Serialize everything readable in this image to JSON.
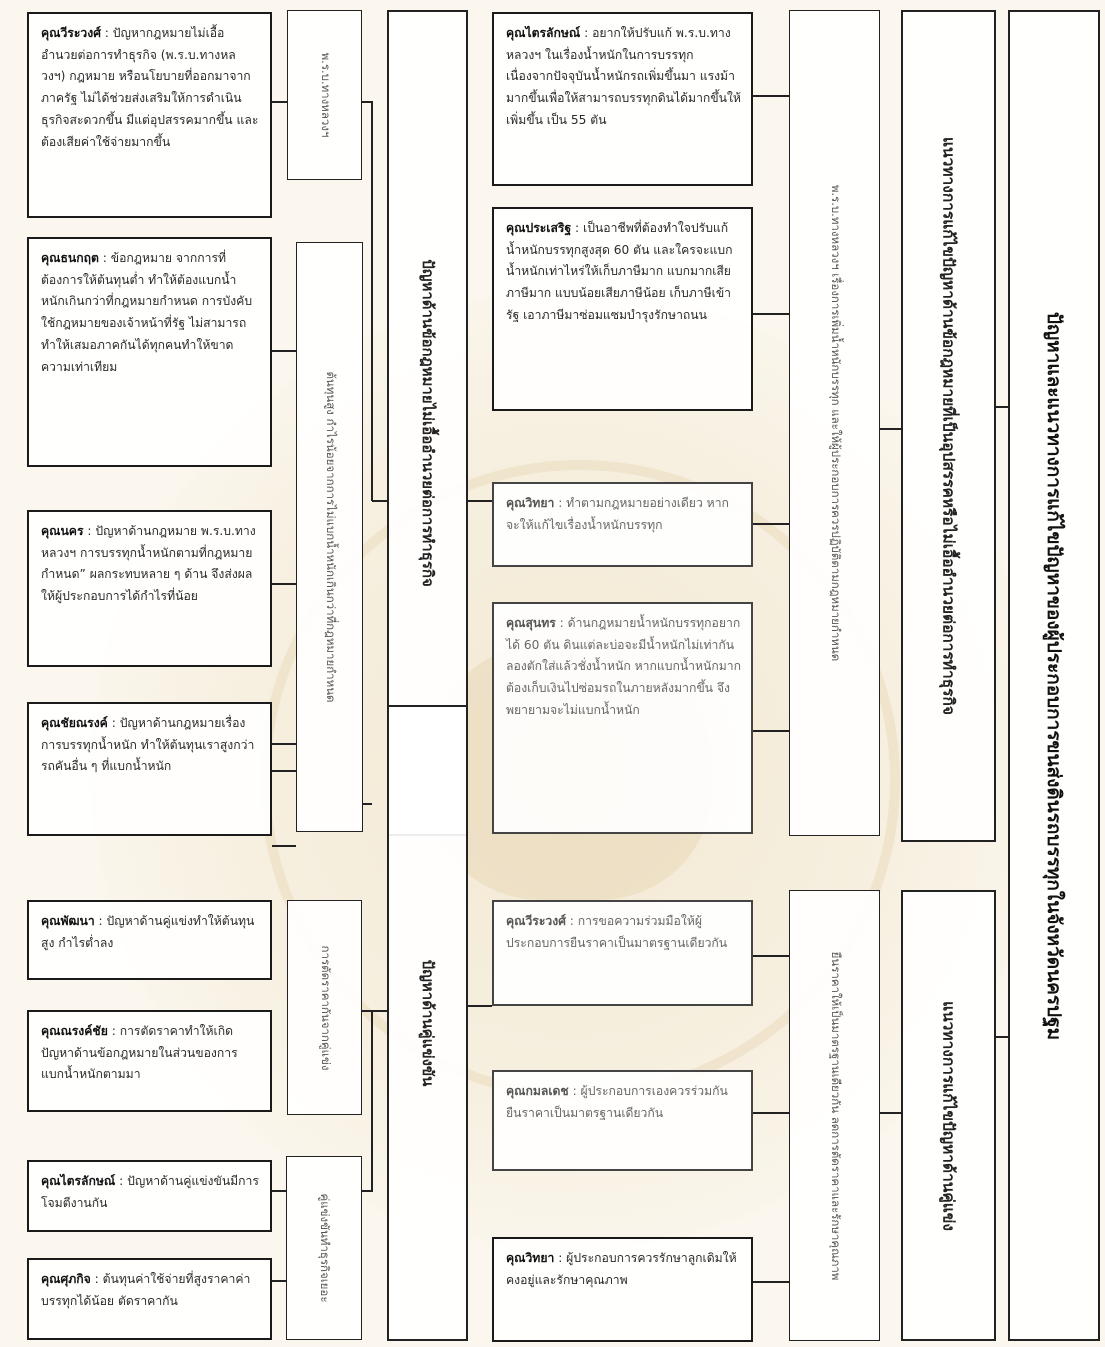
{
  "root": {
    "label": "ปัญหาและแนวทางการแก้ไขปัญหาของผู้ประกอบการขนส่งดินรถบรรทุกในจังหวัดนครปฐม"
  },
  "sections": {
    "legal_upper": "แนวทางการแก้ไขปัญหาด้านข้อกฎหมายที่เป็นอุปสรรคหรือไม่เอื้ออำนวยต่อการทำธุรกิจ",
    "competition": "แนวทางการแก้ไขปัญหาด้านคู่แข่ง"
  },
  "solutions": {
    "legal": "พ.ร.บ.ทางหลวงฯ เรื่องการเพิ่มน้ำหนักบรรทุก และให้ผู้ประกอบการควรปฏิบัติตามกฎหมายกำหนด",
    "competition": "ยืนราคาให้เป็นมาตรฐานเดียวกัน ลดการตัดราคาและรักษาคุณภาพ"
  },
  "problems": {
    "legal": "ปัญหาด้านข้อกฎหมายไม่เอื้ออำนวยต่อการทำธุรกิจ",
    "competition": "ปัญหาด้านคู่แข่งขัน"
  },
  "subproblems": {
    "highway_act": "พ.ร.บ.ทางหลวงฯ",
    "cost_weight": "ต้นทุนสูง กำไรน้อยจากการไม่แบกน้ำหนักเกินกว่าที่กฎหมายกำหนด",
    "price_cut": "การตัดราคากันจากคู่แข่ง",
    "rivals": "คู่แข่งขันทำธุรกิจเยอะ"
  },
  "cards_left": [
    {
      "who": "คุณวีระวงศ์",
      "text": " : ปัญหากฎหมายไม่เอื้ออำนวยต่อการทำธุรกิจ (พ.ร.บ.ทางหลวงฯ) กฎหมาย หรือนโยบายที่ออกมาจากภาครัฐ ไม่ได้ช่วยส่งเสริมให้การดำเนินธุรกิจสะดวกขึ้น มีแต่อุปสรรคมากขึ้น และต้องเสียค่าใช้จ่ายมากขึ้น"
    },
    {
      "who": "คุณธนกฤต",
      "text": " : ข้อกฎหมาย จากการที่ต้องการให้ต้นทุนต่ำ ทำให้ต้องแบกน้ำหนักเกินกว่าที่กฎหมายกำหนด การบังคับใช้กฎหมายของเจ้าหน้าที่รัฐ ไม่สามารถทำให้เสมอภาคกันได้ทุกคนทำให้ขาดความเท่าเทียม"
    },
    {
      "who": "คุณนคร",
      "text": " : ปัญหาด้านกฎหมาย พ.ร.บ.ทางหลวงฯ การบรรทุกน้ำหนักตามที่กฎหมายกำหนด” ผลกระทบหลาย ๆ ด้าน จึงส่งผลให้ผู้ประกอบการได้กำไรที่น้อย"
    },
    {
      "who": "คุณชัยณรงค์",
      "text": " : ปัญหาด้านกฎหมายเรื่องการบรรทุกน้ำหนัก ทำให้ต้นทุนเราสูงกว่ารถคันอื่น ๆ ที่แบกน้ำหนัก"
    },
    {
      "who": "คุณพัฒนา",
      "text": " : ปัญหาด้านคู่แข่งทำให้ต้นทุนสูง กำไรต่ำลง"
    },
    {
      "who": "คุณณรงค์ชัย",
      "text": " : การตัดราคาทำให้เกิดปัญหาด้านข้อกฎหมายในส่วนของการแบกน้ำหนักตามมา"
    },
    {
      "who": "คุณไตรลักษณ์",
      "text": " : ปัญหาด้านคู่แข่งขันมีการโจมตีงานกัน"
    },
    {
      "who": "คุณศุภกิจ",
      "text": " : ต้นทุนค่าใช้จ่ายที่สูงราคาค่าบรรทุกได้น้อย ตัดราคากัน"
    }
  ],
  "cards_right": [
    {
      "who": "คุณไตรลักษณ์",
      "text": " : อยากให้ปรับแก้ พ.ร.บ.ทางหลวงฯ ในเรื่องน้ำหนักในการบรรทุก เนื่องจากปัจจุบันน้ำหนักรถเพิ่มขึ้นมา แรงม้ามากขึ้นเพื่อให้สามารถบรรทุกดินได้มากขึ้นให้เพิ่มขึ้น เป็น 55 ตัน"
    },
    {
      "who": "คุณประเสริฐ",
      "text": " : เป็นอาชีพที่ต้องทำใจปรับแก้น้ำหนักบรรทุกสูงสุด 60 ตัน และใครจะแบกน้ำหนักเท่าไหร่ให้เก็บภาษีมาก แบกมากเสียภาษีมาก แบบน้อยเสียภาษีน้อย เก็บภาษีเข้ารัฐ เอาภาษีมาซ่อมแซมบำรุงรักษาถนน"
    },
    {
      "who": "คุณวิทยา",
      "text": " : ทำตามกฎหมายอย่างเดียว หากจะให้แก้ไขเรื่องน้ำหนักบรรทุก"
    },
    {
      "who": "คุณสุนทร",
      "text": " : ด้านกฎหมายน้ำหนักบรรทุกอยากได้ 60 ตัน ดินแต่ละบ่อจะมีน้ำหนักไม่เท่ากัน ลองตักใส่แล้วชั่งน้ำหนัก หากแบกน้ำหนักมากต้องเก็บเงินไปซ่อมรถในภายหลังมากขึ้น จึงพยายามจะไม่แบกน้ำหนัก"
    },
    {
      "who": "คุณวีระวงศ์",
      "text": " : การขอความร่วมมือให้ผู้ประกอบการยืนราคาเป็นมาตรฐานเดียวกัน"
    },
    {
      "who": "คุณกมลเดช",
      "text": " : ผู้ประกอบการเองควรร่วมกันยืนราคาเป็นมาตรฐานเดียวกัน"
    },
    {
      "who": "คุณวิทยา",
      "text": " : ผู้ประกอบการควรรักษาลูกเดิมให้คงอยู่และรักษาคุณภาพ"
    }
  ]
}
